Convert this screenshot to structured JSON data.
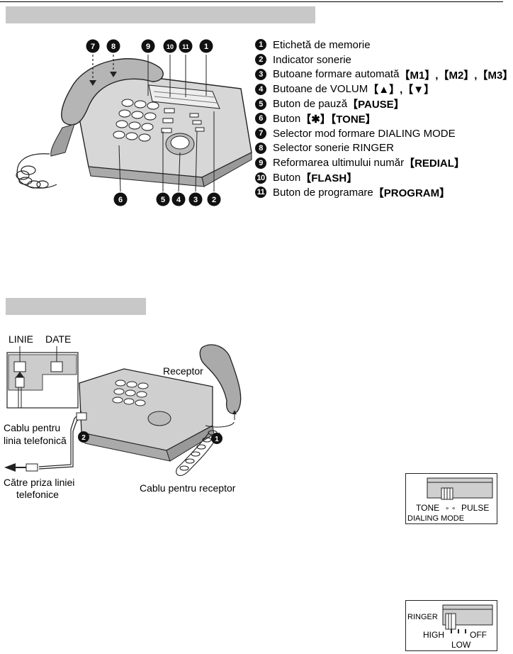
{
  "legend": [
    {
      "n": "1",
      "text": "Etichetă de memorie",
      "bold": ""
    },
    {
      "n": "2",
      "text": "Indicator sonerie",
      "bold": ""
    },
    {
      "n": "3",
      "text": "Butoane formare automată",
      "bold": "【M1】,【M2】,【M3】"
    },
    {
      "n": "4",
      "text": "Butoane de VOLUM ",
      "bold": "【▲】,【▼】"
    },
    {
      "n": "5",
      "text": "Buton de pauză ",
      "bold": "【PAUSE】"
    },
    {
      "n": "6",
      "text": "Buton ",
      "bold": "【✱】【TONE】"
    },
    {
      "n": "7",
      "text": "Selector mod formare DIALING MODE",
      "bold": ""
    },
    {
      "n": "8",
      "text": "Selector sonerie RINGER",
      "bold": ""
    },
    {
      "n": "9",
      "text": "Reformarea ultimului număr ",
      "bold": "【REDIAL】"
    },
    {
      "n": "10",
      "text": "Buton ",
      "bold": "【FLASH】"
    },
    {
      "n": "11",
      "text": "Buton de programare ",
      "bold": "【PROGRAM】"
    }
  ],
  "figure1": {
    "callouts_top": [
      "7",
      "8",
      "9",
      "10",
      "11",
      "1"
    ],
    "callouts_bottom": [
      "6",
      "5",
      "4",
      "3",
      "2"
    ]
  },
  "figure2": {
    "linie": "LINIE",
    "date": "DATE",
    "receptor": "Receptor",
    "cablu_linie_1": "Cablu pentru",
    "cablu_linie_2": "linia telefonică",
    "catre_1": "Către priza liniei",
    "catre_2": "telefonice",
    "cablu_receptor": "Cablu pentru receptor",
    "marker_1": "1",
    "marker_2": "2"
  },
  "dialing_switch": {
    "left": "TONE",
    "right": "PULSE",
    "dots": "∘ ∘",
    "title": "DIALING MODE"
  },
  "ringer_switch": {
    "title": "RINGER",
    "high": "HIGH",
    "off": "OFF",
    "low": "LOW"
  }
}
